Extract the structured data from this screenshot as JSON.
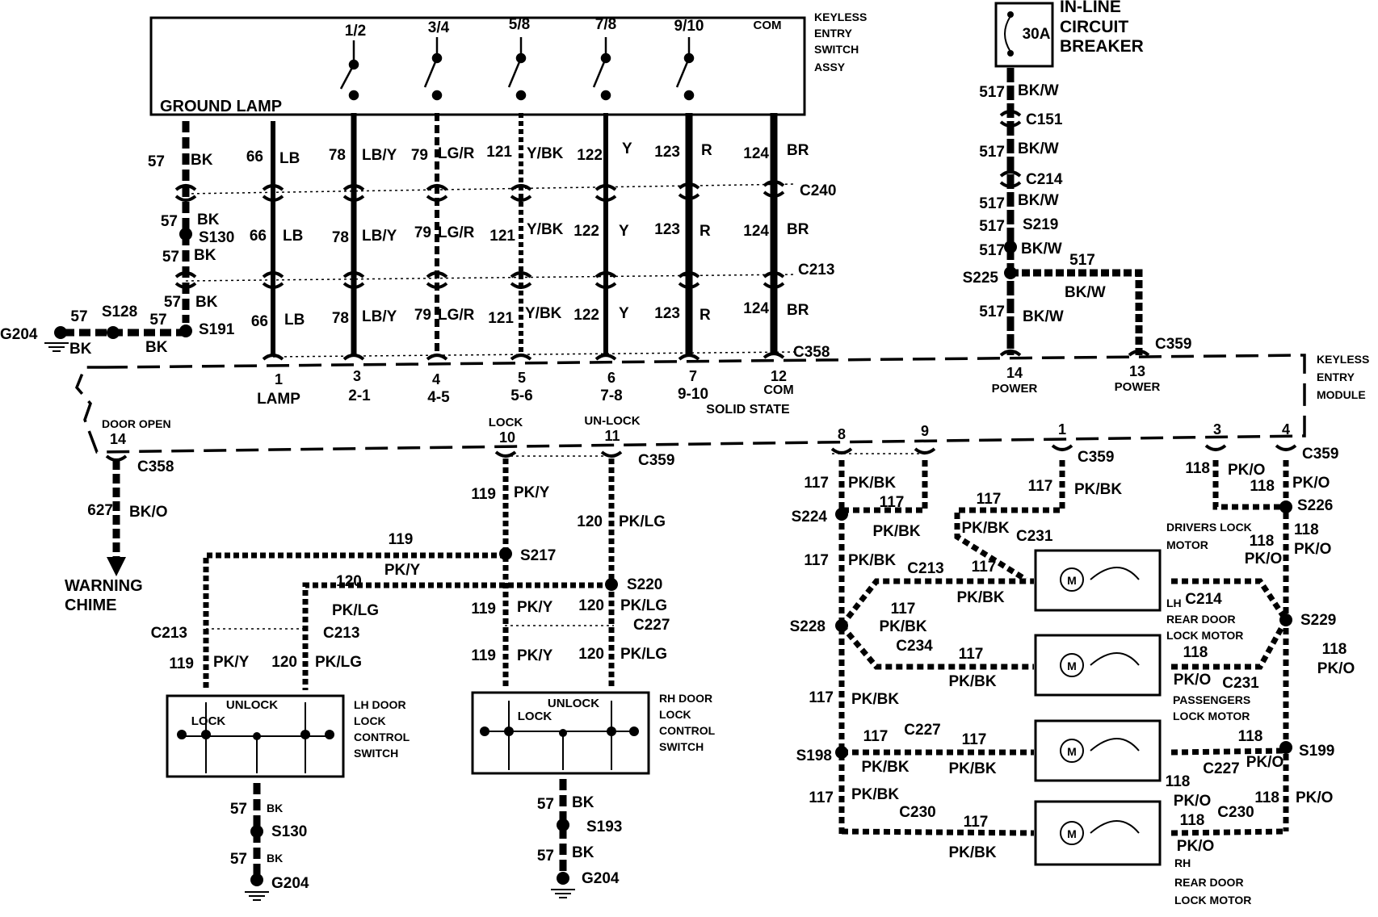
{
  "labels": [
    {
      "id": "switch-pos-1-2",
      "t": "1/2"
    },
    {
      "id": "switch-pos-3-4",
      "t": "3/4"
    },
    {
      "id": "switch-pos-5-8",
      "t": "5/8"
    },
    {
      "id": "switch-pos-7-8",
      "t": "7/8"
    },
    {
      "id": "switch-pos-9-10",
      "t": "9/10"
    },
    {
      "id": "switch-pos-com",
      "t": "COM"
    },
    {
      "id": "keyless-switch-1",
      "t": "KEYLESS"
    },
    {
      "id": "keyless-switch-2",
      "t": "ENTRY"
    },
    {
      "id": "keyless-switch-3",
      "t": "SWITCH"
    },
    {
      "id": "keyless-switch-4",
      "t": "ASSY"
    },
    {
      "id": "ground-lamp",
      "t": "GROUND LAMP"
    },
    {
      "id": "breaker-30a",
      "t": "30A"
    },
    {
      "id": "breaker-1",
      "t": "IN-LINE"
    },
    {
      "id": "breaker-2",
      "t": "CIRCUIT"
    },
    {
      "id": "breaker-3",
      "t": "BREAKER"
    },
    {
      "id": "w57-a",
      "t": "57"
    },
    {
      "id": "bk-a",
      "t": "BK"
    },
    {
      "id": "w66-a",
      "t": "66"
    },
    {
      "id": "lb-a",
      "t": "LB"
    },
    {
      "id": "w78-a",
      "t": "78"
    },
    {
      "id": "lby-a",
      "t": "LB/Y"
    },
    {
      "id": "w79-a",
      "t": "79"
    },
    {
      "id": "lgr-a",
      "t": "LG/R"
    },
    {
      "id": "w121-a",
      "t": "121"
    },
    {
      "id": "ybk-a",
      "t": "Y/BK"
    },
    {
      "id": "w122-a",
      "t": "122"
    },
    {
      "id": "y-a",
      "t": "Y"
    },
    {
      "id": "w123-a",
      "t": "123"
    },
    {
      "id": "r-a",
      "t": "R"
    },
    {
      "id": "w124-a",
      "t": "124"
    },
    {
      "id": "br-a",
      "t": "BR"
    },
    {
      "id": "c240",
      "t": "C240"
    },
    {
      "id": "w57-b",
      "t": "57"
    },
    {
      "id": "bk-b",
      "t": "BK"
    },
    {
      "id": "s130-a",
      "t": "S130"
    },
    {
      "id": "w57-c",
      "t": "57"
    },
    {
      "id": "bk-c",
      "t": "BK"
    },
    {
      "id": "w66-b",
      "t": "66"
    },
    {
      "id": "lb-b",
      "t": "LB"
    },
    {
      "id": "w78-b",
      "t": "78"
    },
    {
      "id": "lby-b",
      "t": "LB/Y"
    },
    {
      "id": "w79-b",
      "t": "79"
    },
    {
      "id": "lgr-b",
      "t": "LG/R"
    },
    {
      "id": "w121-b",
      "t": "121"
    },
    {
      "id": "ybk-b",
      "t": "Y/BK"
    },
    {
      "id": "w122-b",
      "t": "122"
    },
    {
      "id": "y-b",
      "t": "Y"
    },
    {
      "id": "w123-b",
      "t": "123"
    },
    {
      "id": "r-b",
      "t": "R"
    },
    {
      "id": "w124-b",
      "t": "124"
    },
    {
      "id": "br-b",
      "t": "BR"
    },
    {
      "id": "c213-top",
      "t": "C213"
    },
    {
      "id": "w57-d",
      "t": "57"
    },
    {
      "id": "bk-d",
      "t": "BK"
    },
    {
      "id": "w66-c",
      "t": "66"
    },
    {
      "id": "lb-c",
      "t": "LB"
    },
    {
      "id": "w78-c",
      "t": "78"
    },
    {
      "id": "lby-c",
      "t": "LB/Y"
    },
    {
      "id": "w79-c",
      "t": "79"
    },
    {
      "id": "lgr-c",
      "t": "LG/R"
    },
    {
      "id": "w121-c",
      "t": "121"
    },
    {
      "id": "ybk-c",
      "t": "Y/BK"
    },
    {
      "id": "w122-c",
      "t": "122"
    },
    {
      "id": "y-c",
      "t": "Y"
    },
    {
      "id": "w123-c",
      "t": "123"
    },
    {
      "id": "r-c",
      "t": "R"
    },
    {
      "id": "w124-c",
      "t": "124"
    },
    {
      "id": "br-c",
      "t": "BR"
    },
    {
      "id": "c358-top",
      "t": "C358"
    },
    {
      "id": "w57-e",
      "t": "57"
    },
    {
      "id": "s128",
      "t": "S128"
    },
    {
      "id": "w57-f",
      "t": "57"
    },
    {
      "id": "s191",
      "t": "S191"
    },
    {
      "id": "g204-left",
      "t": "G204"
    },
    {
      "id": "bk-e",
      "t": "BK"
    },
    {
      "id": "bk-f",
      "t": "BK"
    },
    {
      "id": "pin-1",
      "t": "1"
    },
    {
      "id": "pin-1-name",
      "t": "LAMP"
    },
    {
      "id": "pin-3",
      "t": "3"
    },
    {
      "id": "pin-3-name",
      "t": "2-1"
    },
    {
      "id": "pin-4",
      "t": "4"
    },
    {
      "id": "pin-4-name",
      "t": "4-5"
    },
    {
      "id": "pin-5",
      "t": "5"
    },
    {
      "id": "pin-5-name",
      "t": "5-6"
    },
    {
      "id": "pin-6",
      "t": "6"
    },
    {
      "id": "pin-6-name",
      "t": "7-8"
    },
    {
      "id": "pin-7",
      "t": "7"
    },
    {
      "id": "pin-7-name",
      "t": "9-10"
    },
    {
      "id": "pin-12",
      "t": "12"
    },
    {
      "id": "pin-12-name",
      "t": "COM"
    },
    {
      "id": "solid-state",
      "t": "SOLID STATE"
    },
    {
      "id": "pin-14p",
      "t": "14"
    },
    {
      "id": "pin-14p-name",
      "t": "POWER"
    },
    {
      "id": "pin-13p",
      "t": "13"
    },
    {
      "id": "pin-13p-name",
      "t": "POWER"
    },
    {
      "id": "module-1",
      "t": "KEYLESS"
    },
    {
      "id": "module-2",
      "t": "ENTRY"
    },
    {
      "id": "module-3",
      "t": "MODULE"
    },
    {
      "id": "w517-a",
      "t": "517"
    },
    {
      "id": "bkw-a",
      "t": "BK/W"
    },
    {
      "id": "c151",
      "t": "C151"
    },
    {
      "id": "w517-b",
      "t": "517"
    },
    {
      "id": "bkw-b",
      "t": "BK/W"
    },
    {
      "id": "c214-top",
      "t": "C214"
    },
    {
      "id": "w517-c",
      "t": "517"
    },
    {
      "id": "bkw-c",
      "t": "BK/W"
    },
    {
      "id": "w517-d",
      "t": "517"
    },
    {
      "id": "s219",
      "t": "S219"
    },
    {
      "id": "w517-e",
      "t": "517"
    },
    {
      "id": "bkw-e",
      "t": "BK/W"
    },
    {
      "id": "w517-f",
      "t": "517"
    },
    {
      "id": "s225",
      "t": "S225"
    },
    {
      "id": "bkw-f",
      "t": "BK/W"
    },
    {
      "id": "w517-g",
      "t": "517"
    },
    {
      "id": "bkw-g",
      "t": "BK/W"
    },
    {
      "id": "c359-top",
      "t": "C359"
    },
    {
      "id": "door-open",
      "t": "DOOR OPEN"
    },
    {
      "id": "pin-14",
      "t": "14"
    },
    {
      "id": "lock",
      "t": "LOCK"
    },
    {
      "id": "pin-10",
      "t": "10"
    },
    {
      "id": "unlock",
      "t": "UN-LOCK"
    },
    {
      "id": "pin-11",
      "t": "11"
    },
    {
      "id": "c358-low",
      "t": "C358"
    },
    {
      "id": "c359-mid",
      "t": "C359"
    },
    {
      "id": "w627",
      "t": "627"
    },
    {
      "id": "bko",
      "t": "BK/O"
    },
    {
      "id": "chime-1",
      "t": "WARNING"
    },
    {
      "id": "chime-2",
      "t": "CHIME"
    },
    {
      "id": "w119-a",
      "t": "119"
    },
    {
      "id": "pky-a",
      "t": "PK/Y"
    },
    {
      "id": "w120-a",
      "t": "120"
    },
    {
      "id": "pklg-a",
      "t": "PK/LG"
    },
    {
      "id": "w119-b",
      "t": "119"
    },
    {
      "id": "s217",
      "t": "S217"
    },
    {
      "id": "pky-b",
      "t": "PK/Y"
    },
    {
      "id": "w120-b",
      "t": "120"
    },
    {
      "id": "s220",
      "t": "S220"
    },
    {
      "id": "pklg-b",
      "t": "PK/LG"
    },
    {
      "id": "w119-c",
      "t": "119"
    },
    {
      "id": "pky-c",
      "t": "PK/Y"
    },
    {
      "id": "w120-c",
      "t": "120"
    },
    {
      "id": "pklg-c",
      "t": "PK/LG"
    },
    {
      "id": "c227-left",
      "t": "C227"
    },
    {
      "id": "c213-l1",
      "t": "C213"
    },
    {
      "id": "c213-l2",
      "t": "C213"
    },
    {
      "id": "w119-d",
      "t": "119"
    },
    {
      "id": "pky-d",
      "t": "PK/Y"
    },
    {
      "id": "w120-d",
      "t": "120"
    },
    {
      "id": "pklg-d",
      "t": "PK/LG"
    },
    {
      "id": "w119-e",
      "t": "119"
    },
    {
      "id": "pky-e",
      "t": "PK/Y"
    },
    {
      "id": "w120-e",
      "t": "120"
    },
    {
      "id": "pklg-e",
      "t": "PK/LG"
    },
    {
      "id": "lh-unlock",
      "t": "UNLOCK"
    },
    {
      "id": "lh-lock",
      "t": "LOCK"
    },
    {
      "id": "lh-sw-1",
      "t": "LH DOOR"
    },
    {
      "id": "lh-sw-2",
      "t": "LOCK"
    },
    {
      "id": "lh-sw-3",
      "t": "CONTROL"
    },
    {
      "id": "lh-sw-4",
      "t": "SWITCH"
    },
    {
      "id": "rh-unlock",
      "t": "UNLOCK"
    },
    {
      "id": "rh-lock",
      "t": "LOCK"
    },
    {
      "id": "rh-sw-1",
      "t": "RH DOOR"
    },
    {
      "id": "rh-sw-2",
      "t": "LOCK"
    },
    {
      "id": "rh-sw-3",
      "t": "CONTROL"
    },
    {
      "id": "rh-sw-4",
      "t": "SWITCH"
    },
    {
      "id": "lg-57-a",
      "t": "57"
    },
    {
      "id": "lg-bk-a",
      "t": "BK"
    },
    {
      "id": "lg-s130",
      "t": "S130"
    },
    {
      "id": "lg-57-b",
      "t": "57"
    },
    {
      "id": "lg-bk-b",
      "t": "BK"
    },
    {
      "id": "lg-g204",
      "t": "G204"
    },
    {
      "id": "rg-57-a",
      "t": "57"
    },
    {
      "id": "rg-bk-a",
      "t": "BK"
    },
    {
      "id": "rg-s193",
      "t": "S193"
    },
    {
      "id": "rg-57-b",
      "t": "57"
    },
    {
      "id": "rg-bk-b",
      "t": "BK"
    },
    {
      "id": "rg-g204",
      "t": "G204"
    },
    {
      "id": "pin-8",
      "t": "8"
    },
    {
      "id": "pin-9",
      "t": "9"
    },
    {
      "id": "pin-1r",
      "t": "1"
    },
    {
      "id": "pin-3r",
      "t": "3"
    },
    {
      "id": "pin-4r",
      "t": "4"
    },
    {
      "id": "c359-r1",
      "t": "C359"
    },
    {
      "id": "c359-r2",
      "t": "C359"
    },
    {
      "id": "w117-a",
      "t": "117"
    },
    {
      "id": "pkbk-a",
      "t": "PK/BK"
    },
    {
      "id": "w117-b",
      "t": "117"
    },
    {
      "id": "pkbk-b",
      "t": "PK/BK"
    },
    {
      "id": "w118-a",
      "t": "118"
    },
    {
      "id": "pko-a",
      "t": "PK/O"
    },
    {
      "id": "w118-b",
      "t": "118"
    },
    {
      "id": "pko-b",
      "t": "PK/O"
    },
    {
      "id": "s224",
      "t": "S224"
    },
    {
      "id": "w117-c",
      "t": "117"
    },
    {
      "id": "pkbk-c",
      "t": "PK/BK"
    },
    {
      "id": "w117-d",
      "t": "117"
    },
    {
      "id": "pkbk-d",
      "t": "PK/BK"
    },
    {
      "id": "c231-top",
      "t": "C231"
    },
    {
      "id": "s226",
      "t": "S226"
    },
    {
      "id": "w118-c",
      "t": "118"
    },
    {
      "id": "pko-c",
      "t": "PK/O"
    },
    {
      "id": "w117-e",
      "t": "117"
    },
    {
      "id": "pkbk-e",
      "t": "PK/BK"
    },
    {
      "id": "c213-r",
      "t": "C213"
    },
    {
      "id": "w117-f",
      "t": "117"
    },
    {
      "id": "pkbk-f",
      "t": "PK/BK"
    },
    {
      "id": "drv-1",
      "t": "DRIVERS LOCK"
    },
    {
      "id": "drv-2",
      "t": "MOTOR"
    },
    {
      "id": "w118-d",
      "t": "118"
    },
    {
      "id": "pko-d",
      "t": "PK/O"
    },
    {
      "id": "lh-rear-1",
      "t": "LH"
    },
    {
      "id": "c214-r",
      "t": "C214"
    },
    {
      "id": "lh-rear-2",
      "t": "REAR DOOR"
    },
    {
      "id": "lh-rear-3",
      "t": "LOCK MOTOR"
    },
    {
      "id": "s228",
      "t": "S228"
    },
    {
      "id": "w117-g",
      "t": "117"
    },
    {
      "id": "pkbk-g",
      "t": "PK/BK"
    },
    {
      "id": "s229",
      "t": "S229"
    },
    {
      "id": "c234",
      "t": "C234"
    },
    {
      "id": "w117-h",
      "t": "117"
    },
    {
      "id": "pkbk-h",
      "t": "PK/BK"
    },
    {
      "id": "w118-e",
      "t": "118"
    },
    {
      "id": "pko-e",
      "t": "PK/O"
    },
    {
      "id": "c231-r",
      "t": "C231"
    },
    {
      "id": "w118-f",
      "t": "118"
    },
    {
      "id": "pko-f",
      "t": "PK/O"
    },
    {
      "id": "pass-1",
      "t": "PASSENGERS"
    },
    {
      "id": "pass-2",
      "t": "LOCK MOTOR"
    },
    {
      "id": "w117-i",
      "t": "117"
    },
    {
      "id": "pkbk-i",
      "t": "PK/BK"
    },
    {
      "id": "s198",
      "t": "S198"
    },
    {
      "id": "w117-j",
      "t": "117"
    },
    {
      "id": "c227-r",
      "t": "C227"
    },
    {
      "id": "w117-k",
      "t": "117"
    },
    {
      "id": "pkbk-j",
      "t": "PK/BK"
    },
    {
      "id": "pkbk-k",
      "t": "PK/BK"
    },
    {
      "id": "w118-g",
      "t": "118"
    },
    {
      "id": "c227-r2",
      "t": "C227"
    },
    {
      "id": "pko-g",
      "t": "PK/O"
    },
    {
      "id": "s199",
      "t": "S199"
    },
    {
      "id": "w118-h",
      "t": "118"
    },
    {
      "id": "pko-h",
      "t": "PK/O"
    },
    {
      "id": "w117-l",
      "t": "117"
    },
    {
      "id": "pkbk-l",
      "t": "PK/BK"
    },
    {
      "id": "c230-l",
      "t": "C230"
    },
    {
      "id": "w117-m",
      "t": "117"
    },
    {
      "id": "pkbk-m",
      "t": "PK/BK"
    },
    {
      "id": "w118-i",
      "t": "118"
    },
    {
      "id": "c230-r",
      "t": "C230"
    },
    {
      "id": "pko-i",
      "t": "PK/O"
    },
    {
      "id": "w118-j",
      "t": "118"
    },
    {
      "id": "pko-j",
      "t": "PK/O"
    },
    {
      "id": "rh-rear-1",
      "t": "RH"
    },
    {
      "id": "rh-rear-2",
      "t": "REAR DOOR"
    },
    {
      "id": "rh-rear-3",
      "t": "LOCK MOTOR"
    },
    {
      "id": "motor-m1",
      "t": "M"
    },
    {
      "id": "motor-m2",
      "t": "M"
    },
    {
      "id": "motor-m3",
      "t": "M"
    },
    {
      "id": "motor-m4",
      "t": "M"
    }
  ]
}
